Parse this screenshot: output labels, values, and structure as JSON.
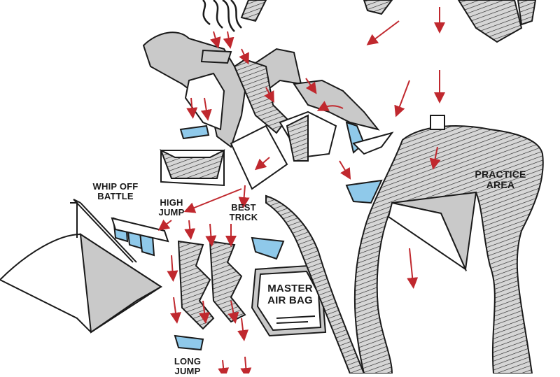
{
  "labels": {
    "whip_off_battle": [
      "WHIP OFF",
      "BATTLE"
    ],
    "high_jump": [
      "HIGH",
      "JUMP"
    ],
    "best_trick": [
      "BEST",
      "TRICK"
    ],
    "master_air_bag": [
      "MASTER",
      "AIR BAG"
    ],
    "practice_area": [
      "PRACTICE",
      "AREA"
    ],
    "long_jump": [
      "LONG",
      "JUMP"
    ]
  },
  "colors": {
    "outline": "#1a1a1a",
    "shade": "#c9c9c9",
    "shade_dark": "#9e9e9e",
    "arrow": "#c0282e",
    "ramp_blue": "#8fc9ea",
    "ramp_blue_dark": "#5aa9d6"
  }
}
